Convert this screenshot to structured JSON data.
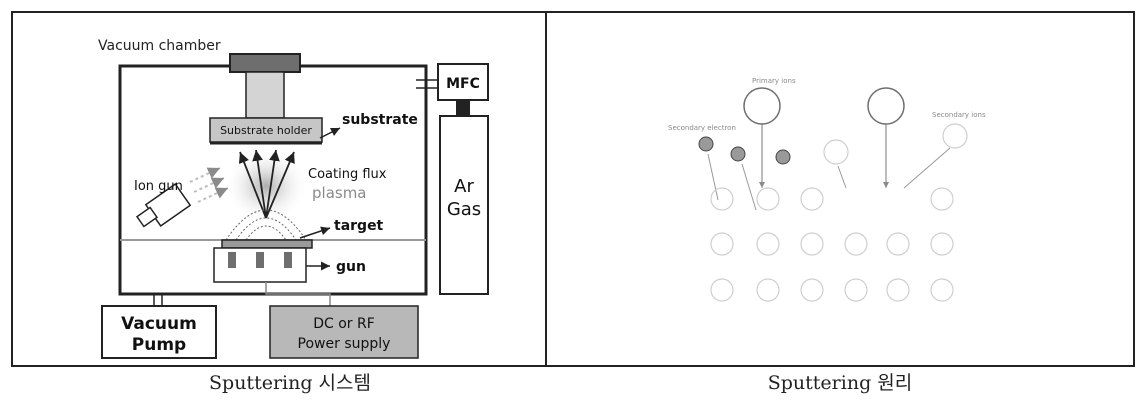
{
  "left_panel": {
    "chamber_label": "Vacuum chamber",
    "mfc_label": "MFC",
    "holder_label": "Substrate holder",
    "substrate_label": "substrate",
    "ion_gun_label": "Ion gun",
    "coating_flux_label": "Coating flux",
    "plasma_label": "plasma",
    "target_label": "target",
    "gun_label": "gun",
    "gas_line1": "Ar",
    "gas_line2": "Gas",
    "pump_line1": "Vacuum",
    "pump_line2": "Pump",
    "power_line1": "DC or RF",
    "power_line2": "Power supply"
  },
  "right_panel": {
    "primary_ions_label": "Primary ions",
    "secondary_electron_label": "Secondary electron",
    "secondary_ions_label": "Secondary ions"
  },
  "captions": {
    "left": "Sputtering 시스템",
    "right": "Sputtering 원리"
  },
  "colors": {
    "panel_border": "#222222",
    "gray_box": "#b8b8b8",
    "light_gray": "#dcdcdc",
    "plasma_text": "#8a8a8a",
    "faint_circle": "#cfcfcf",
    "filled_particle": "#9a9a9a"
  }
}
